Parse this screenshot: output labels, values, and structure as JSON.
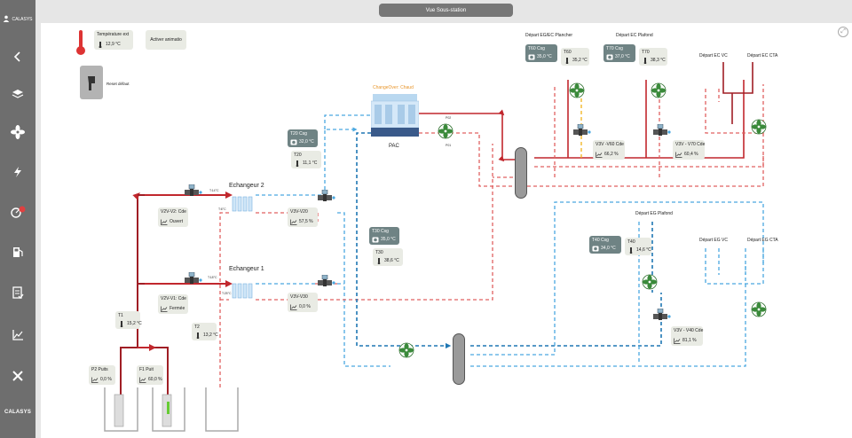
{
  "sidebar": {
    "user_label": "CALASYS",
    "items": [
      {
        "icon": "chevron-left-icon"
      },
      {
        "icon": "layers-icon"
      },
      {
        "icon": "fan-icon"
      },
      {
        "icon": "lightning-icon"
      },
      {
        "icon": "gauge-icon"
      },
      {
        "icon": "fuel-icon"
      },
      {
        "icon": "checklist-icon"
      },
      {
        "icon": "chart-icon"
      },
      {
        "icon": "tools-icon"
      }
    ],
    "logo_text": "CALASYS"
  },
  "topbar": {
    "title": "Vue Sous-station"
  },
  "controls": {
    "temp_ext_label": "Température ext",
    "temp_ext_value": "12,9 °C",
    "animation_button": "Activer animatio",
    "reset_label": "Reset défaut"
  },
  "pac": {
    "label": "PAC",
    "mode": "ChangeOver: Chaud",
    "pump_label_top": "P02",
    "pump_label_bottom": "P01"
  },
  "exchangers": {
    "e1": "Echangeur 1",
    "e2": "Echangeur 2"
  },
  "pipe_temps": {
    "e2_out": "T:14°C",
    "e2_in": "T:6°C",
    "e1_out": "T:18°C",
    "e1_in": "T:25°C"
  },
  "cards": {
    "t20_csg": {
      "label": "T20 Csg",
      "value": "32,0 °C"
    },
    "t20": {
      "label": "T20",
      "value": "11,1 °C"
    },
    "v3v_v20": {
      "label": "V3V-V20",
      "value": "57,5 %"
    },
    "t30_csg": {
      "label": "T30 Csg",
      "value": "35,0 °C"
    },
    "t30": {
      "label": "T30",
      "value": "38,6 °C"
    },
    "v3v_v30": {
      "label": "V3V-V30",
      "value": "0,0 %"
    },
    "v2v_v2": {
      "label": "V2V-V2: Cde",
      "value": "Ouvert"
    },
    "v2v_v1": {
      "label": "V2V-V1: Cde",
      "value": "Fermée"
    },
    "t1": {
      "label": "T1",
      "value": "15,2 °C"
    },
    "t2": {
      "label": "T2",
      "value": "13,2 °C"
    },
    "p2": {
      "label": "P2 Puits",
      "value": "0,0 %"
    },
    "f1": {
      "label": "F1 Puit",
      "value": "60,0 %"
    },
    "t60_csg": {
      "label": "T60 Csg",
      "value": "35,0 °C"
    },
    "t60": {
      "label": "T60",
      "value": "35,2 °C"
    },
    "t70_csg": {
      "label": "T70 Csg",
      "value": "37,0 °C"
    },
    "t70": {
      "label": "T70",
      "value": "38,3 °C"
    },
    "v3v_v60": {
      "label": "V3V -V60 Cde",
      "value": "66,2 %"
    },
    "v3v_v70": {
      "label": "V3V - V70 Cde",
      "value": "60,4 %"
    },
    "t40_csg": {
      "label": "T40 Csg",
      "value": "34,0 °C"
    },
    "t40": {
      "label": "T40",
      "value": "14,6 °C"
    },
    "v3v_v40": {
      "label": "V3V - V40 Cde",
      "value": "81,1 %"
    }
  },
  "departures": {
    "eg_ec_plancher": "Départ EG/EC Plancher",
    "ec_plafond": "Départ EC Plafond",
    "ec_vc": "Départ EC VC",
    "ec_cta": "Départ EC CTA",
    "eg_plafond": "Départ EG Plafond",
    "eg_vc": "Départ EG VC",
    "eg_cta": "Départ EG CTA"
  },
  "pump_labels": {
    "p01": "P01",
    "p02": "P02"
  },
  "colors": {
    "hot": "#c1272d",
    "hot_dashed": "#e06060",
    "cold": "#1f77b4",
    "cold_dashed": "#4aa8e0",
    "yellow": "#f2b21a",
    "fan": "#3a8a3a",
    "sidebar": "#6e6e6e"
  }
}
